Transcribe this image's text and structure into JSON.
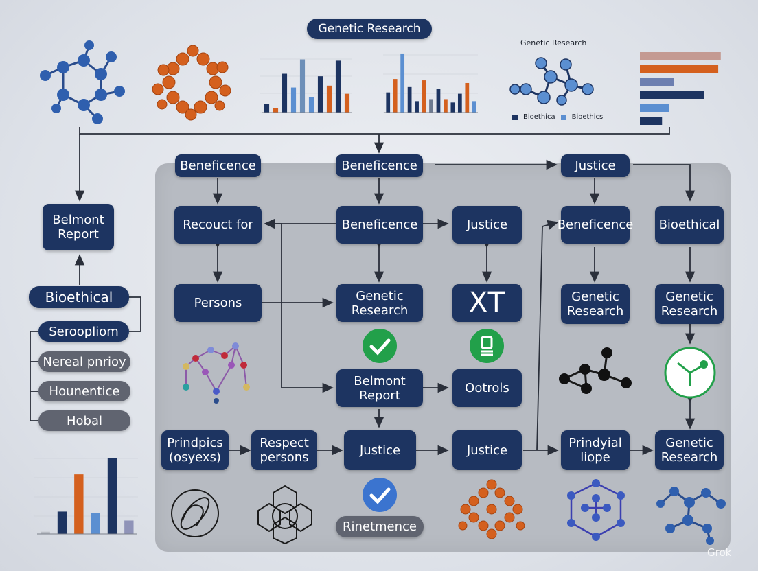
{
  "header": {
    "title": "Genetic Research"
  },
  "mini_chart_title": "Genetic Research",
  "legend": [
    {
      "label": "Bioethica",
      "color": "#1d3461"
    },
    {
      "label": "Bioethics",
      "color": "#5b8fd1"
    }
  ],
  "colors": {
    "navy": "#1d3461",
    "grey_box": "#606470",
    "panel": "#b7bbc2",
    "orange": "#d4601e",
    "blue": "#5b8fd1",
    "green": "#22a04a"
  },
  "nodes": {
    "top_beneficence_1": "Beneficence",
    "top_beneficence_2": "Beneficence",
    "top_justice": "Justice",
    "belmont_report_left": "Belmont\nReport",
    "recount_for": "Recouct for",
    "mid_beneficence": "Beneficence",
    "mid_justice": "Justice",
    "right_beneficence": "Beneficence",
    "right_bioethical": "Bioethical",
    "persons": "Persons",
    "genetic_research_center": "Genetic\nResearch",
    "xt_box": "XT",
    "genetic_research_right1": "Genetic\nResearch",
    "genetic_research_right2": "Genetic\nResearch",
    "belmont_report_center": "Belmont\nReport",
    "controls": "Ootrols",
    "principles": "Prindpics\n(osyexs)",
    "respect_persons": "Respect\npersons",
    "bottom_justice_1": "Justice",
    "bottom_justice_2": "Justice",
    "prindyial_liope": "Prindyial\nliope",
    "genetic_research_bottom": "Genetic\nResearch",
    "rinetmence": "Rinetmence"
  },
  "side_list": {
    "header": "Bioethical",
    "items": [
      "Seroopliom",
      "Nereal pnrioy",
      "Hounentice",
      "Hobal"
    ]
  },
  "watermark": "Grok",
  "chart_data": [
    {
      "type": "bar",
      "title": "",
      "categories": [
        "",
        "",
        "",
        "",
        "",
        "",
        "",
        "",
        "",
        ""
      ],
      "series": [
        {
          "values": [
            14,
            7,
            62,
            40,
            85,
            25,
            58,
            43,
            83,
            30
          ],
          "colors": [
            "#1d3461",
            "#d4601e",
            "#1d3461",
            "#5b8fd1",
            "#6d8fb8",
            "#5b8fd1",
            "#1d3461",
            "#d4601e",
            "#1d3461",
            "#d4601e"
          ]
        }
      ],
      "ylim": [
        0,
        90
      ]
    },
    {
      "type": "bar",
      "title": "",
      "categories": [
        "",
        "",
        "",
        "",
        "",
        "",
        "",
        "",
        "",
        "",
        "",
        "",
        ""
      ],
      "series": [
        {
          "values": [
            30,
            50,
            88,
            38,
            17,
            48,
            20,
            35,
            20,
            15,
            28,
            44,
            17
          ],
          "colors": [
            "#1d3461",
            "#d4601e",
            "#5b8fd1",
            "#1d3461",
            "#1d3461",
            "#d4601e",
            "#6d7a90",
            "#1d3461",
            "#d4601e",
            "#1d3461",
            "#1d3461",
            "#d4601e",
            "#5b8fd1"
          ]
        }
      ],
      "ylim": [
        0,
        90
      ]
    },
    {
      "type": "bar",
      "orientation": "horizontal",
      "title": "",
      "categories": [
        "",
        "",
        "",
        "",
        "",
        ""
      ],
      "series": [
        {
          "values": [
            95,
            92,
            40,
            75,
            34,
            26
          ],
          "colors": [
            "#c49a92",
            "#d4601e",
            "#6d7fb0",
            "#1d3461",
            "#5b8fd1",
            "#1d3461"
          ]
        }
      ],
      "xlim": [
        0,
        100
      ]
    },
    {
      "type": "bar",
      "title": "",
      "categories": [
        "",
        "",
        "",
        "",
        "",
        ""
      ],
      "series": [
        {
          "values": [
            3,
            30,
            80,
            28,
            102,
            18
          ],
          "colors": [
            "#b8bcc4",
            "#1d3461",
            "#d4601e",
            "#5b8fd1",
            "#1d3461",
            "#8f93b8"
          ]
        }
      ],
      "ylim": [
        0,
        105
      ]
    }
  ]
}
